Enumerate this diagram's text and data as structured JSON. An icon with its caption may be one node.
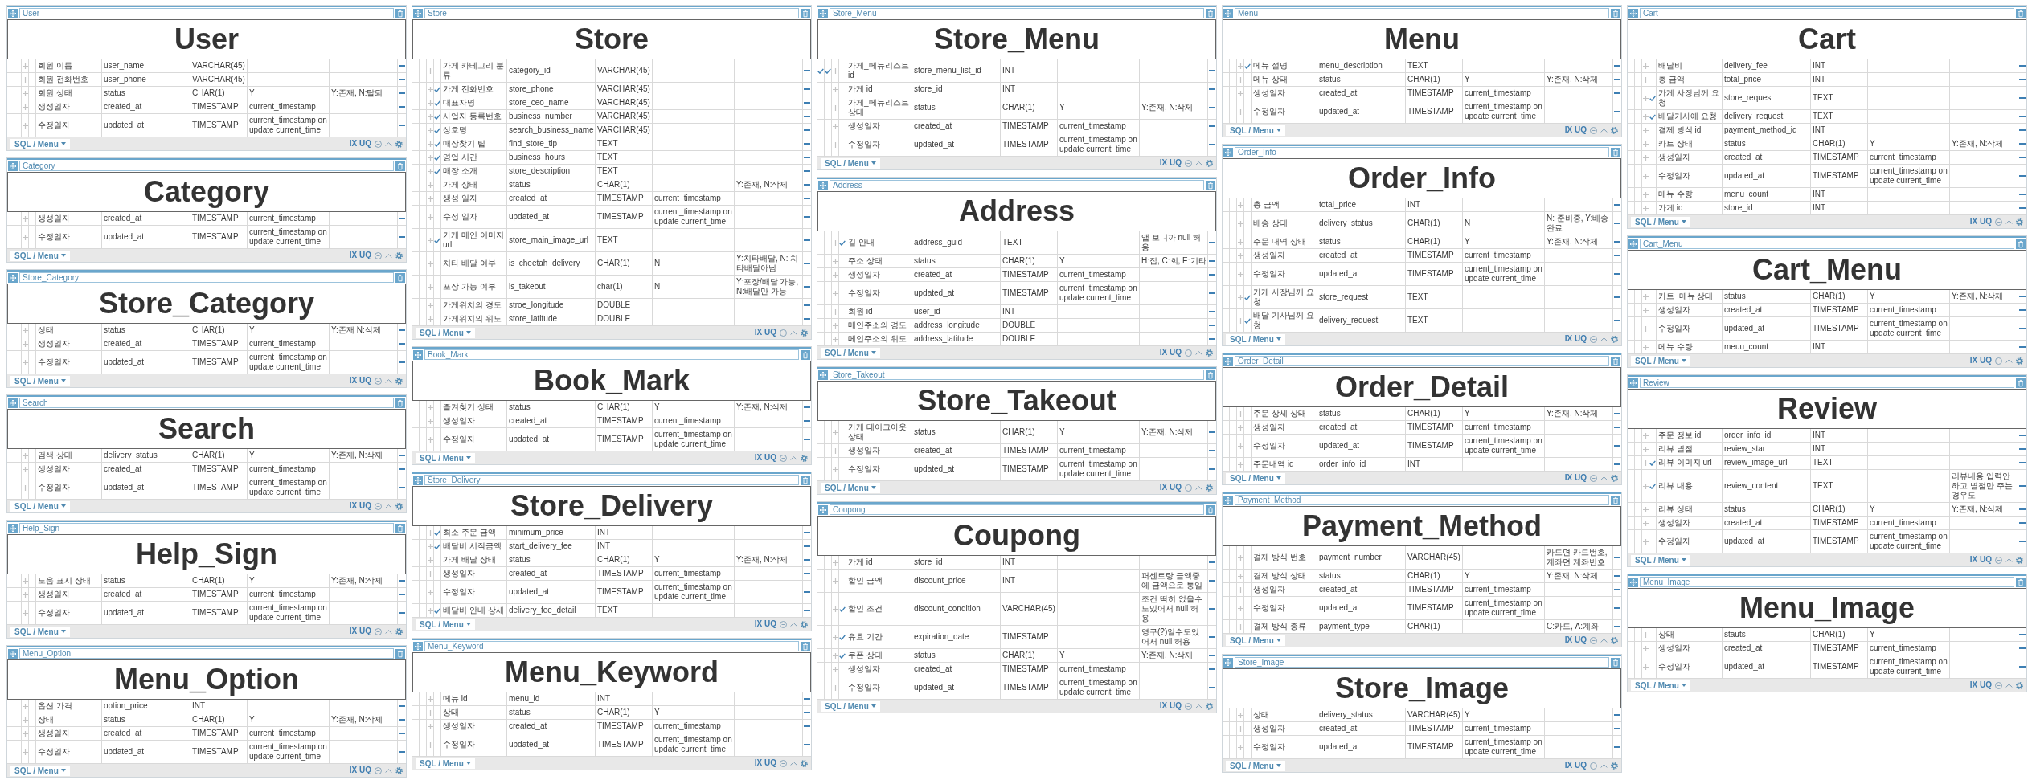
{
  "diagram": {
    "nodes": [
      {
        "text": [
          "User",
          "User",
          "SQL / Menu",
          "IX UQ"
        ]
      },
      {
        "text": [
          "회원 이름",
          "user_name",
          "VARCHAR(45)"
        ],
        "in": 0
      },
      {
        "text": [
          "회원 전화번호",
          "user_phone",
          "VARCHAR(45)"
        ],
        "in": 0
      },
      {
        "text": [
          "회원 상태",
          "status",
          "CHAR(1)",
          "Y",
          "Y:존재, N:탈퇴"
        ],
        "in": 0
      },
      {
        "text": [
          "생성일자",
          "created_at",
          "TIMESTAMP",
          "current_timestamp"
        ],
        "in": 0
      },
      {
        "text": [
          "수정일자",
          "updated_at",
          "TIMESTAMP",
          "current_timestamp on update current_time"
        ],
        "in": 0
      },
      {
        "text": [
          "Category",
          "Category",
          "SQL / Menu",
          "IX UQ"
        ]
      },
      {
        "text": [
          "생성일자",
          "created_at",
          "TIMESTAMP",
          "current_timestamp"
        ],
        "in": 6
      },
      {
        "text": [
          "수정일자",
          "updated_at",
          "TIMESTAMP",
          "current_timestamp on update current_time"
        ],
        "in": 6
      },
      {
        "text": [
          "Store_Category",
          "Store_Category",
          "SQL / Menu",
          "IX UQ"
        ]
      },
      {
        "text": [
          "상태",
          "status",
          "CHAR(1)",
          "Y",
          "Y:존재 N:삭제"
        ],
        "in": 9
      },
      {
        "text": [
          "생성일자",
          "created_at",
          "TIMESTAMP",
          "current_timestamp"
        ],
        "in": 9
      },
      {
        "text": [
          "수정일자",
          "updated_at",
          "TIMESTAMP",
          "current_timestamp on update current_time"
        ],
        "in": 9
      },
      {
        "text": [
          "Search",
          "Search",
          "SQL / Menu",
          "IX UQ"
        ]
      },
      {
        "text": [
          "검색 상태",
          "delivery_status",
          "CHAR(1)",
          "Y",
          "Y:존재, N:삭제"
        ],
        "in": 13
      },
      {
        "text": [
          "생성일자",
          "created_at",
          "TIMESTAMP",
          "current_timestamp"
        ],
        "in": 13
      },
      {
        "text": [
          "수정일자",
          "updated_at",
          "TIMESTAMP",
          "current_timestamp on update current_time"
        ],
        "in": 13
      },
      {
        "text": [
          "Help_Sign",
          "Help_Sign",
          "SQL / Menu",
          "IX UQ"
        ]
      },
      {
        "text": [
          "도움 표시 상태",
          "status",
          "CHAR(1)",
          "Y",
          "Y:존재, N:삭제"
        ],
        "in": 17
      },
      {
        "text": [
          "생성일자",
          "created_at",
          "TIMESTAMP",
          "current_timestamp"
        ],
        "in": 17
      },
      {
        "text": [
          "수정일자",
          "updated_at",
          "TIMESTAMP",
          "current_timestamp on update current_time"
        ],
        "in": 17
      },
      {
        "text": [
          "Menu_Option",
          "Menu_Option",
          "SQL / Menu",
          "IX UQ"
        ]
      },
      {
        "text": [
          "옵션 가격",
          "option_price",
          "INT"
        ],
        "in": 21
      },
      {
        "text": [
          "상태",
          "status",
          "CHAR(1)",
          "Y",
          "Y:존재, N:삭제"
        ],
        "in": 21
      },
      {
        "text": [
          "생성일자",
          "created_at",
          "TIMESTAMP",
          "current_timestamp"
        ],
        "in": 21
      },
      {
        "text": [
          "수정일자",
          "updated_at",
          "TIMESTAMP",
          "current_timestamp on update current_time"
        ],
        "in": 21
      },
      {
        "text": [
          "Store",
          "Store",
          "SQL / Menu",
          "IX UQ"
        ]
      },
      {
        "text": [
          "가게 카테고리 분류",
          "category_id",
          "VARCHAR(45)"
        ],
        "in": 26
      },
      {
        "text": [
          "가게 전화번호",
          "store_phone",
          "VARCHAR(45)"
        ],
        "in": 26
      },
      {
        "text": [
          "대표자명",
          "store_ceo_name",
          "VARCHAR(45)"
        ],
        "in": 26
      },
      {
        "text": [
          "사업자 등록번호",
          "business_number",
          "VARCHAR(45)"
        ],
        "in": 26
      },
      {
        "text": [
          "상호명",
          "search_business_name",
          "VARCHAR(45)"
        ],
        "in": 26
      },
      {
        "text": [
          "매장찾기 팁",
          "find_store_tip",
          "TEXT"
        ],
        "in": 26
      },
      {
        "text": [
          "영업 시간",
          "business_hours",
          "TEXT"
        ],
        "in": 26
      },
      {
        "text": [
          "매장 소개",
          "store_description",
          "TEXT"
        ],
        "in": 26
      },
      {
        "text": [
          "가게 상태",
          "status",
          "CHAR(1)",
          "Y:존재, N:삭제"
        ],
        "in": 26
      },
      {
        "text": [
          "생성 일자",
          "created_at",
          "TIMESTAMP",
          "current_timestamp"
        ],
        "in": 26
      },
      {
        "text": [
          "수정 일자",
          "updated_at",
          "TIMESTAMP",
          "current_timestamp on update current_time"
        ],
        "in": 26
      },
      {
        "text": [
          "가게 메인 이미지 url",
          "store_main_image_url",
          "TEXT"
        ],
        "in": 26
      },
      {
        "text": [
          "치타 배달 여부",
          "is_cheetah_delivery",
          "CHAR(1)",
          "N",
          "Y:치타배달, N: 치타배달아님"
        ],
        "in": 26
      },
      {
        "text": [
          "포장 가능 여부",
          "is_takeout",
          "char(1)",
          "N",
          "Y:포장/배달 가능, N:배달만 가능"
        ],
        "in": 26
      },
      {
        "text": [
          "가게위치의 경도",
          "stroe_longitude",
          "DOUBLE"
        ],
        "in": 26
      },
      {
        "text": [
          "가게위치의 위도",
          "store_latitude",
          "DOUBLE"
        ],
        "in": 26
      },
      {
        "text": [
          "Book_Mark",
          "Book_Mark",
          "SQL / Menu",
          "IX UQ"
        ]
      },
      {
        "text": [
          "즐겨찾기 상태",
          "status",
          "CHAR(1)",
          "Y",
          "Y:존재, N:삭제"
        ],
        "in": 43
      },
      {
        "text": [
          "생성일자",
          "created_at",
          "TIMESTAMP",
          "current_timestamp"
        ],
        "in": 43
      },
      {
        "text": [
          "수정일자",
          "updated_at",
          "TIMESTAMP",
          "current_timestamp on update current_time"
        ],
        "in": 43
      },
      {
        "text": [
          "Store_Delivery",
          "Store_Delivery",
          "SQL / Menu",
          "IX UQ"
        ]
      },
      {
        "text": [
          "최소 주문 금액",
          "minimum_price",
          "INT"
        ],
        "in": 47
      },
      {
        "text": [
          "배달비 시작금액",
          "start_delivery_fee",
          "INT"
        ],
        "in": 47
      },
      {
        "text": [
          "가게 배달 상태",
          "status",
          "CHAR(1)",
          "Y",
          "Y:존재, N:삭제"
        ],
        "in": 47
      },
      {
        "text": [
          "생성일자",
          "created_at",
          "TIMESTAMP",
          "current_timestamp"
        ],
        "in": 47
      },
      {
        "text": [
          "수정일자",
          "updated_at",
          "TIMESTAMP",
          "current_timestamp on update current_time"
        ],
        "in": 47
      },
      {
        "text": [
          "배달비 안내 상세",
          "delivery_fee_detail",
          "TEXT"
        ],
        "in": 47
      },
      {
        "text": [
          "Menu_Keyword",
          "Menu_Keyword",
          "SQL / Menu",
          "IX UQ"
        ]
      },
      {
        "text": [
          "메뉴 id",
          "menu_id",
          "INT"
        ],
        "in": 54
      },
      {
        "text": [
          "상태",
          "status",
          "CHAR(1)",
          "Y"
        ],
        "in": 54
      },
      {
        "text": [
          "생성일자",
          "created_at",
          "TIMESTAMP",
          "current_timestamp"
        ],
        "in": 54
      },
      {
        "text": [
          "수정일자",
          "updated_at",
          "TIMESTAMP",
          "current_timestamp on update current_time"
        ],
        "in": 54
      },
      {
        "text": [
          "Store_Menu",
          "Store_Menu",
          "SQL / Menu",
          "IX UQ"
        ]
      },
      {
        "text": [
          "가게_메뉴리스트 id",
          "store_menu_list_id",
          "INT"
        ],
        "in": 59
      },
      {
        "text": [
          "가게 id",
          "store_id",
          "INT"
        ],
        "in": 59
      },
      {
        "text": [
          "가게_메뉴리스트 상태",
          "status",
          "CHAR(1)",
          "Y",
          "Y:존재, N:삭제"
        ],
        "in": 59
      },
      {
        "text": [
          "생성일자",
          "created_at",
          "TIMESTAMP",
          "current_timestamp"
        ],
        "in": 59
      },
      {
        "text": [
          "수정일자",
          "updated_at",
          "TIMESTAMP",
          "current_timestamp on update current_time"
        ],
        "in": 59
      },
      {
        "text": [
          "Address",
          "Address",
          "SQL / Menu",
          "IX UQ"
        ]
      },
      {
        "text": [
          "길 안내",
          "address_guid",
          "TEXT",
          "앱 보니까 null 허용"
        ],
        "in": 65
      },
      {
        "text": [
          "주소 상태",
          "status",
          "CHAR(1)",
          "Y",
          "H:집, C:회, E:기타"
        ],
        "in": 65
      },
      {
        "text": [
          "생성일자",
          "created_at",
          "TIMESTAMP",
          "current_timestamp"
        ],
        "in": 65
      },
      {
        "text": [
          "수정일자",
          "updated_at",
          "TIMESTAMP",
          "current_timestamp on update current_time"
        ],
        "in": 65
      },
      {
        "text": [
          "회원 id",
          "user_id",
          "INT"
        ],
        "in": 65
      },
      {
        "text": [
          "메인주소의 경도",
          "address_longitude",
          "DOUBLE"
        ],
        "in": 65
      },
      {
        "text": [
          "메인주소의 위도",
          "address_latitude",
          "DOUBLE"
        ],
        "in": 65
      },
      {
        "text": [
          "Store_Takeout",
          "Store_Takeout",
          "SQL / Menu",
          "IX UQ"
        ]
      },
      {
        "text": [
          "가게 테이크아웃 상태",
          "status",
          "CHAR(1)",
          "Y",
          "Y:존재, N:삭제"
        ],
        "in": 73
      },
      {
        "text": [
          "생성일자",
          "created_at",
          "TIMESTAMP",
          "current_timestamp"
        ],
        "in": 73
      },
      {
        "text": [
          "수정일자",
          "updated_at",
          "TIMESTAMP",
          "current_timestamp on update current_time"
        ],
        "in": 73
      },
      {
        "text": [
          "Coupong",
          "Coupong",
          "SQL / Menu",
          "IX UQ"
        ]
      },
      {
        "text": [
          "가게 id",
          "store_id",
          "INT"
        ],
        "in": 77
      },
      {
        "text": [
          "할인 금액",
          "discount_price",
          "INT",
          "퍼센트랑 금액중에 금액으로 통일"
        ],
        "in": 77
      },
      {
        "text": [
          "할인 조건",
          "discount_condition",
          "VARCHAR(45)",
          "조건 딱히 없을수도있어서 null 허용"
        ],
        "in": 77
      },
      {
        "text": [
          "유효 기간",
          "expiration_date",
          "TIMESTAMP",
          "영구(?)일수도있어서 null 허용"
        ],
        "in": 77
      },
      {
        "text": [
          "쿠폰 상태",
          "status",
          "CHAR(1)",
          "Y",
          "Y:존재, N:삭제"
        ],
        "in": 77
      },
      {
        "text": [
          "생성일자",
          "created_at",
          "TIMESTAMP",
          "current_timestamp"
        ],
        "in": 77
      },
      {
        "text": [
          "수정일자",
          "updated_at",
          "TIMESTAMP",
          "current_timestamp on update current_time"
        ],
        "in": 77
      },
      {
        "text": [
          "Store_Image",
          "Store_Image",
          "SQL / Menu",
          "IX UQ"
        ]
      },
      {
        "text": [
          "상태",
          "delivery_status",
          "VARCHAR(45)",
          "Y"
        ],
        "in": 85
      },
      {
        "text": [
          "생성일자",
          "created_at",
          "TIMESTAMP",
          "current_timestamp"
        ],
        "in": 85
      },
      {
        "text": [
          "수정일자",
          "updated_at",
          "TIMESTAMP",
          "current_timestamp on update current_time"
        ],
        "in": 85
      },
      {
        "text": [
          "Menu",
          "Menu",
          "SQL / Menu",
          "IX UQ"
        ]
      },
      {
        "text": [
          "메뉴 설명",
          "menu_description",
          "TEXT"
        ],
        "in": 89
      },
      {
        "text": [
          "메뉴 상태",
          "status",
          "CHAR(1)",
          "Y",
          "Y:존재, N:삭제"
        ],
        "in": 89
      },
      {
        "text": [
          "생성일자",
          "created_at",
          "TIMESTAMP",
          "current_timestamp"
        ],
        "in": 89
      },
      {
        "text": [
          "수정일자",
          "updated_at",
          "TIMESTAMP",
          "current_timestamp on update current_time"
        ],
        "in": 89
      },
      {
        "text": [
          "Order_Info",
          "Order_Info",
          "SQL / Menu",
          "IX UQ"
        ]
      },
      {
        "text": [
          "총 금액",
          "total_price",
          "INT"
        ],
        "in": 94
      },
      {
        "text": [
          "배송 상태",
          "delivery_status",
          "CHAR(1)",
          "N",
          "N: 준비중, Y:배송완료"
        ],
        "in": 94
      },
      {
        "text": [
          "주문 내역 상태",
          "status",
          "CHAR(1)",
          "Y",
          "Y:존재, N:삭제"
        ],
        "in": 94
      },
      {
        "text": [
          "생성일자",
          "created_at",
          "TIMESTAMP",
          "current_timestamp"
        ],
        "in": 94
      },
      {
        "text": [
          "수정일자",
          "updated_at",
          "TIMESTAMP",
          "current_timestamp on update current_time"
        ],
        "in": 94
      },
      {
        "text": [
          "가게 사장님께 요청",
          "store_request",
          "TEXT"
        ],
        "in": 94
      },
      {
        "text": [
          "배달 기사님께 요청",
          "delivery_request",
          "TEXT"
        ],
        "in": 94
      },
      {
        "text": [
          "Order_Detail",
          "Order_Detail",
          "SQL / Menu",
          "IX UQ"
        ]
      },
      {
        "text": [
          "주문 상세 상태",
          "status",
          "CHAR(1)",
          "Y",
          "Y:존재, N:삭제"
        ],
        "in": 102
      },
      {
        "text": [
          "생성일자",
          "created_at",
          "TIMESTAMP",
          "current_timestamp"
        ],
        "in": 102
      },
      {
        "text": [
          "수정일자",
          "updated_at",
          "TIMESTAMP",
          "current_timestamp on update current_time"
        ],
        "in": 102
      },
      {
        "text": [
          "주문내역 id",
          "order_info_id",
          "INT"
        ],
        "in": 102
      },
      {
        "text": [
          "Payment_Method",
          "Payment_Method",
          "SQL / Menu",
          "IX UQ"
        ]
      },
      {
        "text": [
          "결제 방식 번호",
          "payment_number",
          "VARCHAR(45)",
          "카드면 카드번호, 계좌면 계좌번호"
        ],
        "in": 107
      },
      {
        "text": [
          "결제 방식 상태",
          "status",
          "CHAR(1)",
          "Y",
          "Y:존재, N:삭제"
        ],
        "in": 107
      },
      {
        "text": [
          "생성일자",
          "created_at",
          "TIMESTAMP",
          "current_timestamp"
        ],
        "in": 107
      },
      {
        "text": [
          "수정일자",
          "updated_at",
          "TIMESTAMP",
          "current_timestamp on update current_time"
        ],
        "in": 107
      },
      {
        "text": [
          "결제 방식 종류",
          "payment_type",
          "CHAR(1)",
          "C:카드, A:계좌"
        ],
        "in": 107
      },
      {
        "text": [
          "Menu_Image",
          "Menu_Image",
          "SQL / Menu",
          "IX UQ"
        ]
      },
      {
        "text": [
          "상태",
          "stauts",
          "CHAR(1)",
          "Y"
        ],
        "in": 113
      },
      {
        "text": [
          "생성일자",
          "created_at",
          "TIMESTAMP",
          "current_timestamp"
        ],
        "in": 113
      },
      {
        "text": [
          "수정일자",
          "updated_at",
          "TIMESTAMP",
          "current_timestamp on update current_time"
        ],
        "in": 113
      },
      {
        "text": [
          "Cart",
          "Cart",
          "SQL / Menu",
          "IX UQ"
        ]
      },
      {
        "text": [
          "배달비",
          "delivery_fee",
          "INT"
        ],
        "in": 117
      },
      {
        "text": [
          "총 금액",
          "total_price",
          "INT"
        ],
        "in": 117
      },
      {
        "text": [
          "가게 사장님께 요청",
          "store_request",
          "TEXT"
        ],
        "in": 117
      },
      {
        "text": [
          "배달기사에 요청",
          "delivery_request",
          "TEXT"
        ],
        "in": 117
      },
      {
        "text": [
          "결제 방식 id",
          "payment_method_id",
          "INT"
        ],
        "in": 117
      },
      {
        "text": [
          "카트 상태",
          "status",
          "CHAR(1)",
          "Y",
          "Y:존재, N:삭제"
        ],
        "in": 117
      },
      {
        "text": [
          "생성일자",
          "created_at",
          "TIMESTAMP",
          "current_timestamp"
        ],
        "in": 117
      },
      {
        "text": [
          "수정일자",
          "updated_at",
          "TIMESTAMP",
          "current_timestamp on update current_time"
        ],
        "in": 117
      },
      {
        "text": [
          "메뉴 수량",
          "menu_count",
          "INT"
        ],
        "in": 117
      },
      {
        "text": [
          "가게 id",
          "store_id",
          "INT"
        ],
        "in": 117
      },
      {
        "text": [
          "Cart_Menu",
          "Cart_Menu",
          "SQL / Menu",
          "IX UQ"
        ]
      },
      {
        "text": [
          "카트_메뉴 상태",
          "status",
          "CHAR(1)",
          "Y",
          "Y:존재, N:삭제"
        ],
        "in": 128
      },
      {
        "text": [
          "생성일자",
          "created_at",
          "TIMESTAMP",
          "current_timestamp"
        ],
        "in": 128
      },
      {
        "text": [
          "수정일자",
          "updated_at",
          "TIMESTAMP",
          "current_timestamp on update current_time"
        ],
        "in": 128
      },
      {
        "text": [
          "메뉴 수량",
          "meuu_count",
          "INT"
        ],
        "in": 128
      },
      {
        "text": [
          "Review",
          "Review",
          "SQL / Menu",
          "IX UQ"
        ]
      },
      {
        "text": [
          "주문 정보 id",
          "order_info_id",
          "INT"
        ],
        "in": 133
      },
      {
        "text": [
          "리뷰 별점",
          "review_star",
          "INT"
        ],
        "in": 133
      },
      {
        "text": [
          "리뷰 이미지 url",
          "review_image_url",
          "TEXT"
        ],
        "in": 133
      },
      {
        "text": [
          "리뷰 내용",
          "review_content",
          "TEXT",
          "리뷰내용 입력안하고 별점만 주는경우도"
        ],
        "in": 133
      },
      {
        "text": [
          "리뷰 상태",
          "status",
          "CHAR(1)",
          "Y",
          "Y:존재, N:삭제"
        ],
        "in": 133
      },
      {
        "text": [
          "생성일자",
          "created_at",
          "TIMESTAMP",
          "current_timestamp"
        ],
        "in": 133
      },
      {
        "text": [
          "수정일자",
          "updated_at",
          "TIMESTAMP",
          "current_timestamp on update current_time"
        ],
        "in": 133
      }
    ]
  }
}
